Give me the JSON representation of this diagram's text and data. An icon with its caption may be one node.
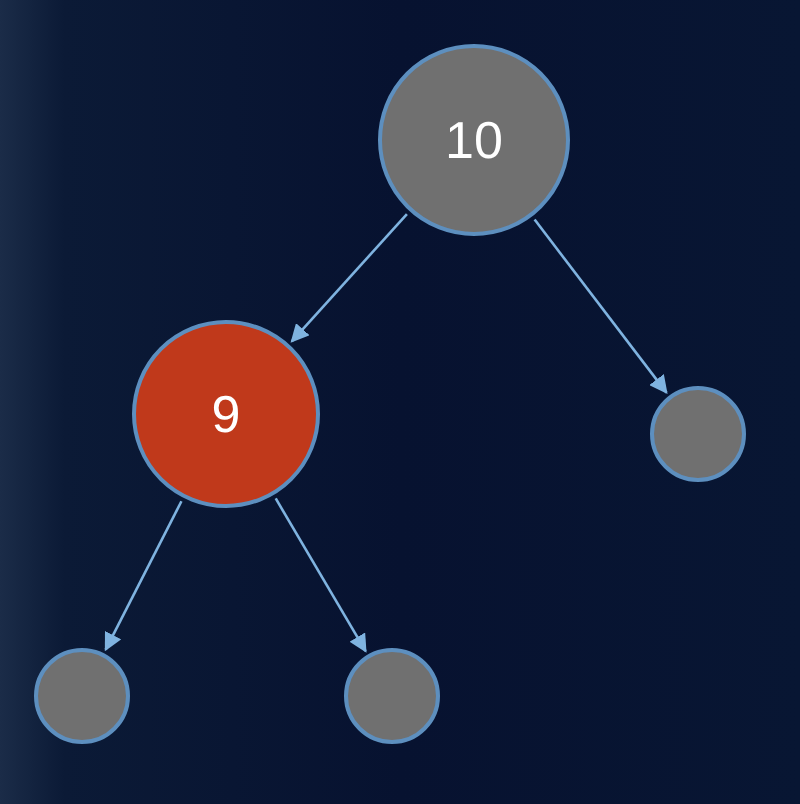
{
  "diagram": {
    "nodes": [
      {
        "text": [
          "10"
        ]
      },
      {
        "text": [
          "9"
        ]
      },
      {
        "text": [],
        "shape": "circle"
      },
      {
        "text": [],
        "shape": "circle"
      },
      {
        "text": [],
        "shape": "circle"
      }
    ],
    "edges": [
      {
        "from": 0,
        "to": 1,
        "arrow": "to"
      },
      {
        "from": 0,
        "to": 2,
        "arrow": "to"
      },
      {
        "from": 1,
        "to": 3,
        "arrow": "to"
      },
      {
        "from": 1,
        "to": 4,
        "arrow": "to"
      }
    ]
  }
}
